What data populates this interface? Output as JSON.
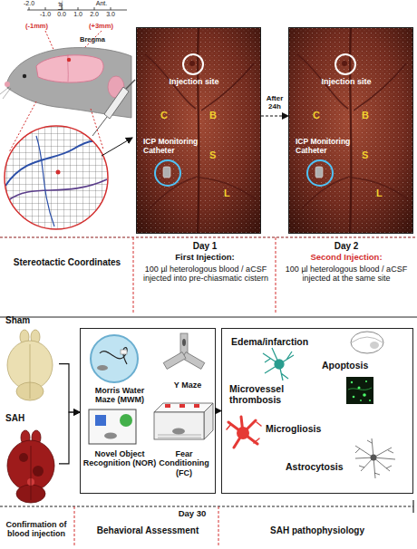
{
  "diagram": {
    "nodes": [
      {
        "text": [
          "C",
          "B",
          "S",
          "L"
        ]
      },
      {
        "text": [
          "Injection site"
        ],
        "in": 0
      },
      {
        "text": [
          "ICP Monitoring Catheter"
        ],
        "in": 0
      },
      {
        "text": [
          "C",
          "B",
          "S",
          "L"
        ]
      },
      {
        "text": [
          "Injection site"
        ],
        "in": 3
      },
      {
        "text": [
          "ICP Monitoring Catheter"
        ],
        "in": 3
      },
      {
        "text": [
          "Sham"
        ]
      },
      {
        "text": [
          "SAH"
        ]
      },
      {
        "text": [
          "Morris Water Maze (MWM)",
          "Y Maze",
          "Novel Object Recognition (NOR)",
          "Fear Conditioning (FC)"
        ]
      },
      {
        "text": [
          "Edema/infarction",
          "Apoptosis",
          "Microvessel thrombosis",
          "Microgliosis",
          "Astrocytosis"
        ]
      }
    ],
    "edges": [
      {
        "from": 0,
        "to": 3,
        "label": "After 24h",
        "arrow": "to"
      },
      {
        "from": 6,
        "to": 8,
        "arrow": "to"
      },
      {
        "from": 7,
        "to": 8,
        "arrow": "to"
      },
      {
        "from": 8,
        "to": 9,
        "arrow": "to"
      }
    ],
    "labels": [
      "-2.0",
      "-1.0",
      "0.0",
      "1.0",
      "2.0",
      "3.0",
      "Lat.",
      "Ant.",
      "(-1mm)",
      "(+3mm)",
      "Bregma",
      "Stereotactic Coordinates",
      "Day 1",
      "First Injection:",
      "100 µl heterologous blood / aCSF injected into pre-chiasmatic cistern",
      "Day 2",
      "Second Injection:",
      "100 µl heterologous blood / aCSF injected at the same site",
      "Day 30",
      "Confirmation of blood injection",
      "Behavioral Assessment",
      "SAH pathophysiology"
    ]
  }
}
